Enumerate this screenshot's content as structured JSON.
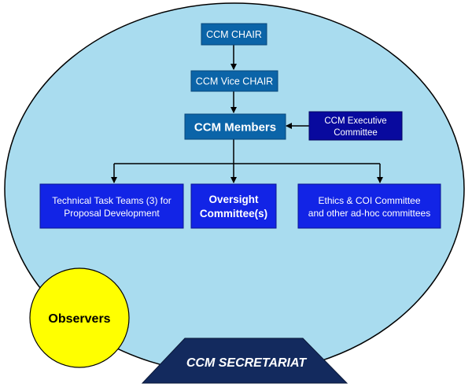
{
  "nodes": {
    "chair": {
      "label": "CCM CHAIR"
    },
    "vice_chair": {
      "label": "CCM Vice CHAIR"
    },
    "members": {
      "label": "CCM Members"
    },
    "executive": {
      "lines": [
        "CCM Executive",
        "Committee"
      ]
    },
    "technical": {
      "lines": [
        "Technical Task Teams (3) for",
        "Proposal Development"
      ]
    },
    "oversight": {
      "lines": [
        "Oversight",
        "Committee(s)"
      ]
    },
    "ethics": {
      "lines": [
        "Ethics & COI Committee",
        "and other ad-hoc committees"
      ]
    },
    "observers": {
      "label": "Observers"
    },
    "secretariat": {
      "label": "CCM SECRETARIAT"
    }
  },
  "colors": {
    "oval_fill": "#a9dcef",
    "box_dark": "#0b64a8",
    "box_bright": "#1224e6",
    "box_navy": "#08099e",
    "observers_fill": "#ffff00",
    "secretariat_fill": "#132a5e"
  }
}
